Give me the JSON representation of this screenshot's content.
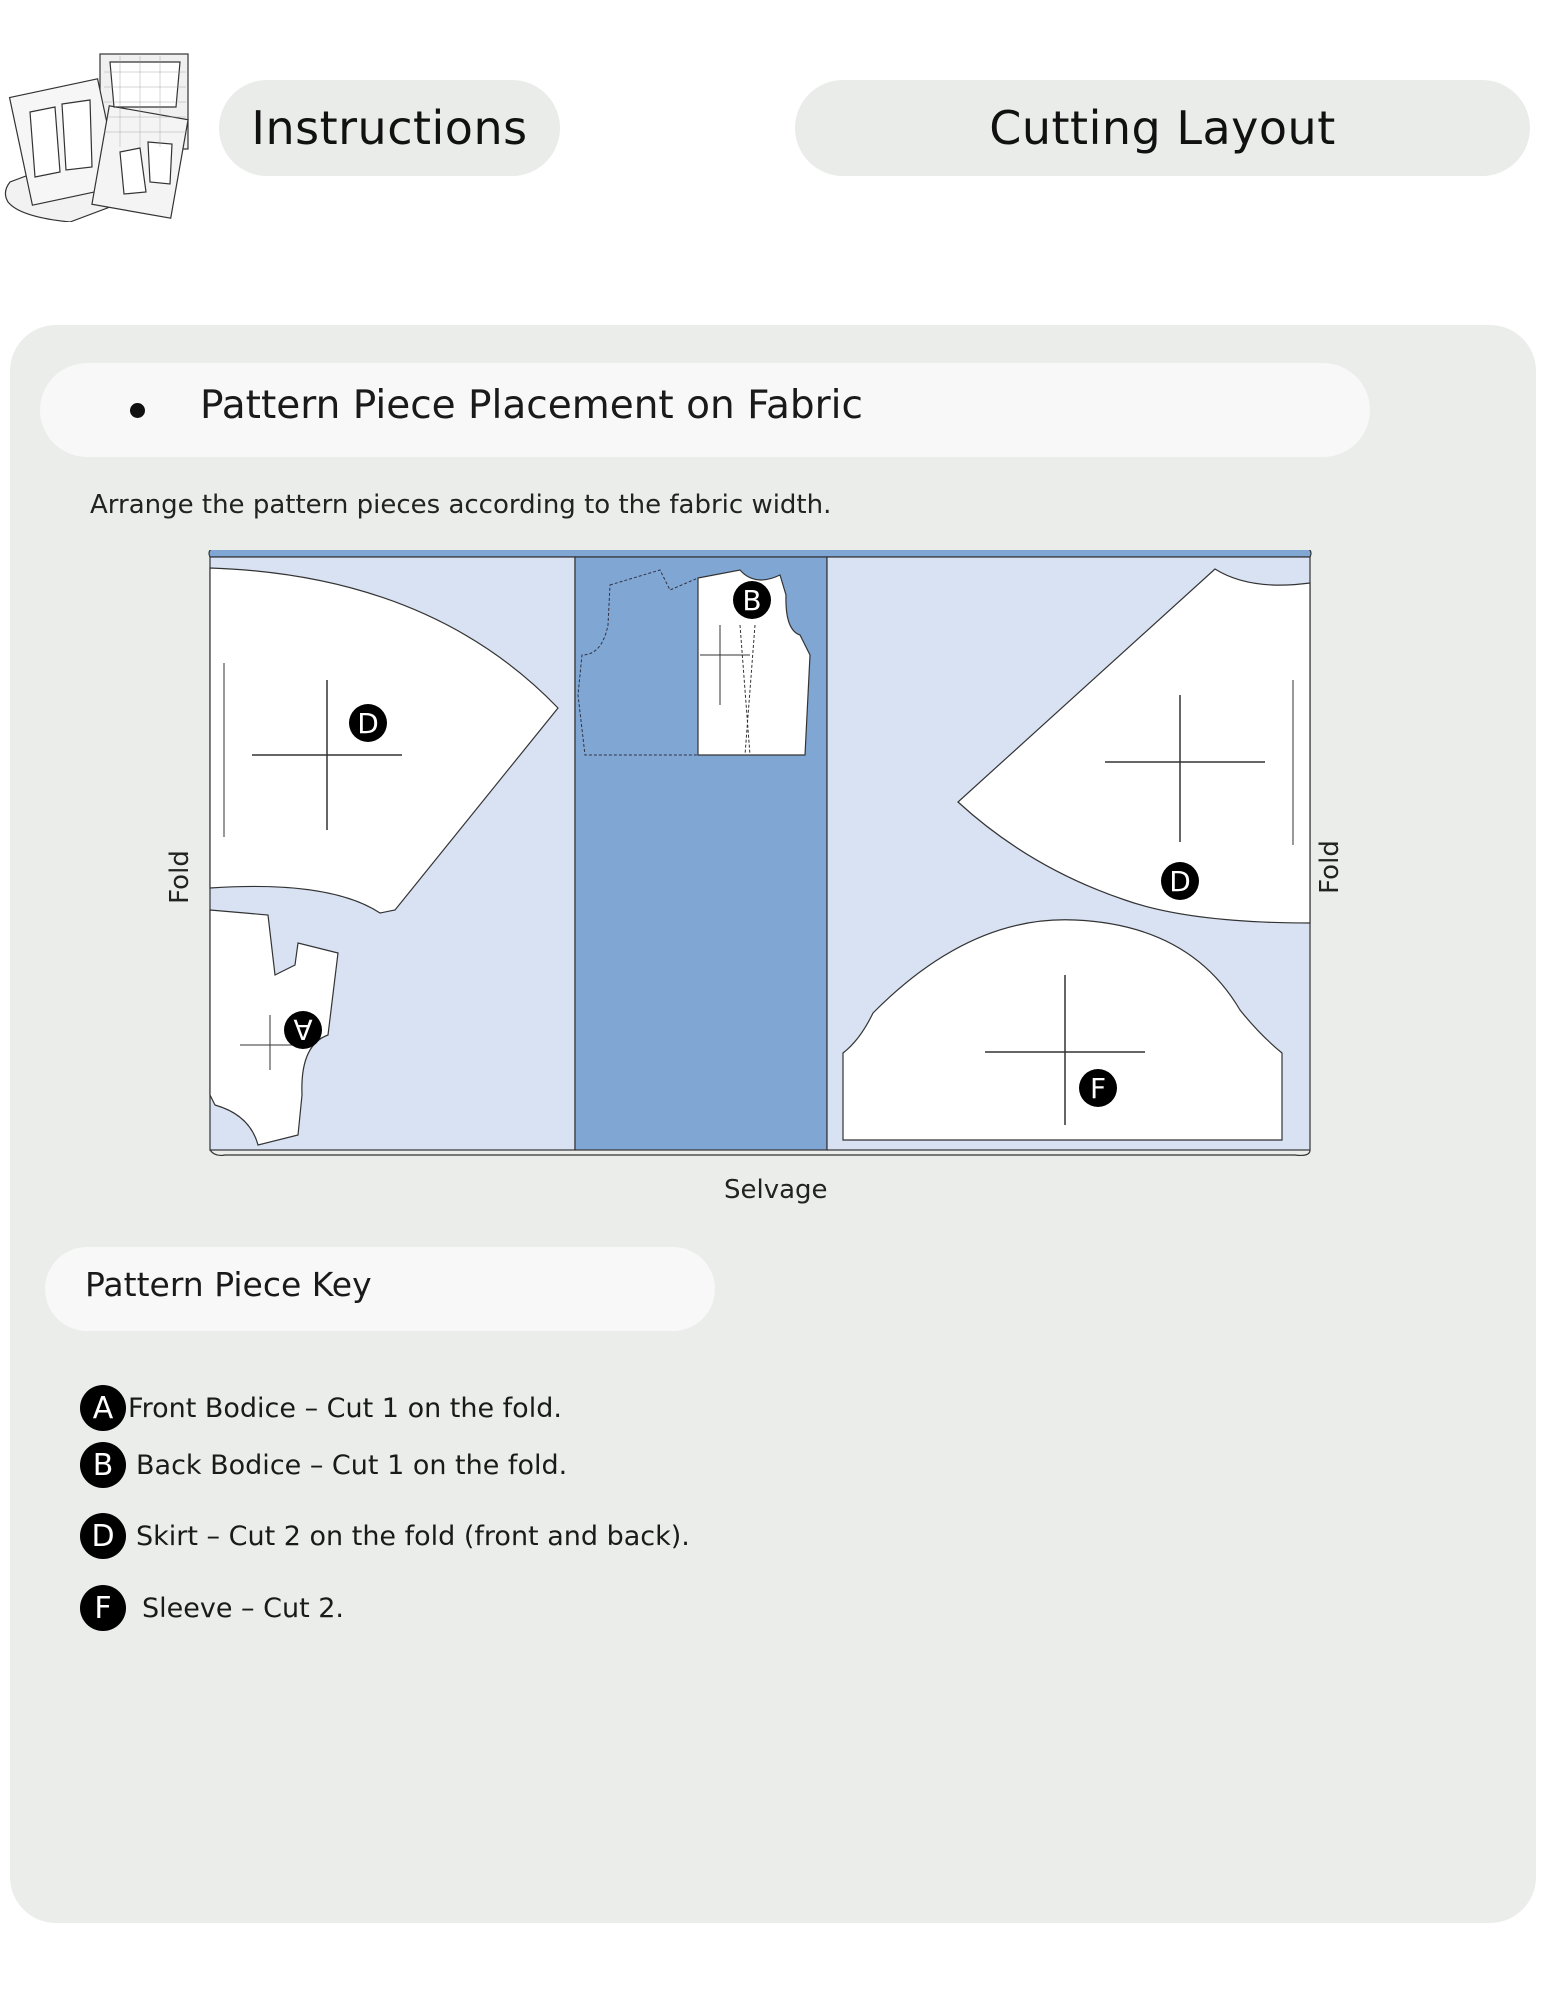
{
  "header": {
    "instructions_label": "Instructions",
    "cutting_layout_label": "Cutting Layout"
  },
  "section": {
    "title": "Pattern Piece Placement on Fabric",
    "intro": "Arrange the pattern pieces according to the fabric width."
  },
  "diagram": {
    "fold_left": "Fold",
    "fold_right": "Fold",
    "selvage": "Selvage",
    "pieces": [
      {
        "letter": "B"
      },
      {
        "letter": "D"
      },
      {
        "letter": "A"
      },
      {
        "letter": "D"
      },
      {
        "letter": "F"
      }
    ],
    "colors": {
      "fabric_light": "#d8e2f3",
      "fabric_dark": "#80a6d4",
      "piece": "#ffffff",
      "outline": "#333333",
      "badge": "#000000"
    }
  },
  "key": {
    "title": "Pattern Piece Key",
    "items": [
      {
        "letter": "A",
        "text": "Front Bodice – Cut 1 on the fold."
      },
      {
        "letter": "B",
        "text": "Back Bodice – Cut 1 on the fold."
      },
      {
        "letter": "D",
        "text": "Skirt – Cut 2 on the fold (front and back)."
      },
      {
        "letter": "F",
        "text": "Sleeve – Cut 2."
      }
    ]
  },
  "logo": {
    "icon": "sewing-pattern-icon"
  }
}
